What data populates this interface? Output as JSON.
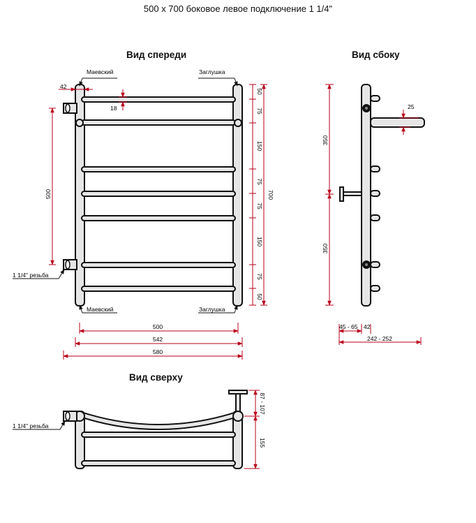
{
  "title": "500 x 700 боковое левое подключение 1 1/4\"",
  "views": {
    "front": "Вид спереди",
    "side": "Вид сбоку",
    "top": "Вид сверху"
  },
  "labels": {
    "mayevsky_top": "Маевский",
    "plug_top": "Заглушка",
    "mayevsky_bottom": "Маевский",
    "plug_bottom": "Заглушка",
    "thread_front": "1 1/4'' резьба",
    "thread_top": "1 1/4'' резьба"
  },
  "dimensions": {
    "front_42": "42",
    "front_18": "18",
    "front_500_vertical": "500",
    "front_right_50a": "50",
    "front_right_75a": "75",
    "front_right_150a": "150",
    "front_right_75b": "75",
    "front_right_75c": "75",
    "front_right_150b": "150",
    "front_right_75d": "75",
    "front_right_50b": "50",
    "front_700": "700",
    "front_500_width": "500",
    "front_542": "542",
    "front_580": "580",
    "side_350_top": "350",
    "side_350_bottom": "350",
    "side_25": "25",
    "side_45_65": "45 - 65",
    "side_42": "42",
    "side_242_252": "242 - 252",
    "top_87_107": "87 - 107",
    "top_155": "155"
  },
  "colors": {
    "dimension": "#b8001a",
    "outline": "#111111",
    "pipe_fill": "#e6e6e6"
  }
}
